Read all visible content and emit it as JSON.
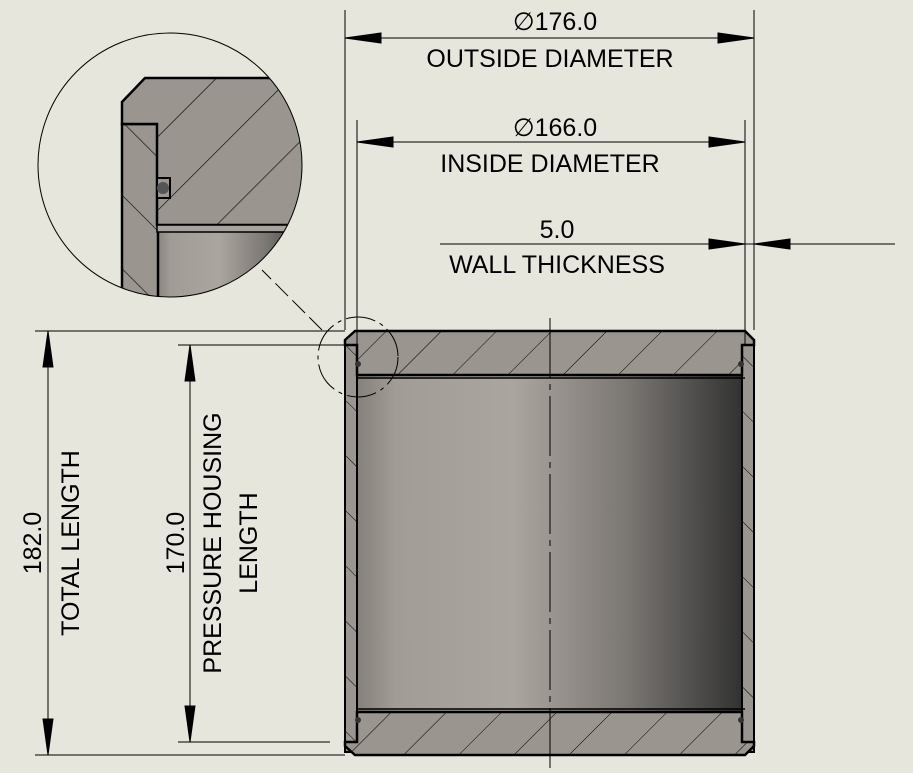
{
  "colors": {
    "background": "#e6e6dc",
    "section": "#9a958e",
    "line": "#000000"
  },
  "dimensions": {
    "outside_diameter": {
      "value": "∅176.0",
      "label": "OUTSIDE DIAMETER"
    },
    "inside_diameter": {
      "value": "∅166.0",
      "label": "INSIDE DIAMETER"
    },
    "wall_thickness": {
      "value": "5.0",
      "label": "WALL THICKNESS"
    },
    "total_length": {
      "value": "182.0",
      "label": "TOTAL LENGTH"
    },
    "pressure_housing_length": {
      "value": "170.0",
      "label_line1": "PRESSURE HOUSING",
      "label_line2": "LENGTH"
    }
  }
}
